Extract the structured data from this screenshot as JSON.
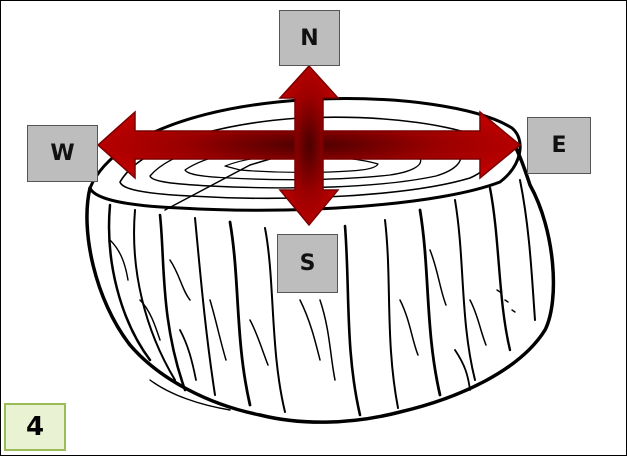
{
  "directions": {
    "north": "N",
    "south": "S",
    "west": "W",
    "east": "E"
  },
  "panel_number": "4",
  "icons": {
    "stump": "tree-stump-icon",
    "arrows": "compass-cross-arrow-icon"
  },
  "colors": {
    "arrow": "#b00000",
    "label_box": "#bdbdbd",
    "number_box_fill": "#e9f3d4",
    "number_box_border": "#9bbb59"
  }
}
